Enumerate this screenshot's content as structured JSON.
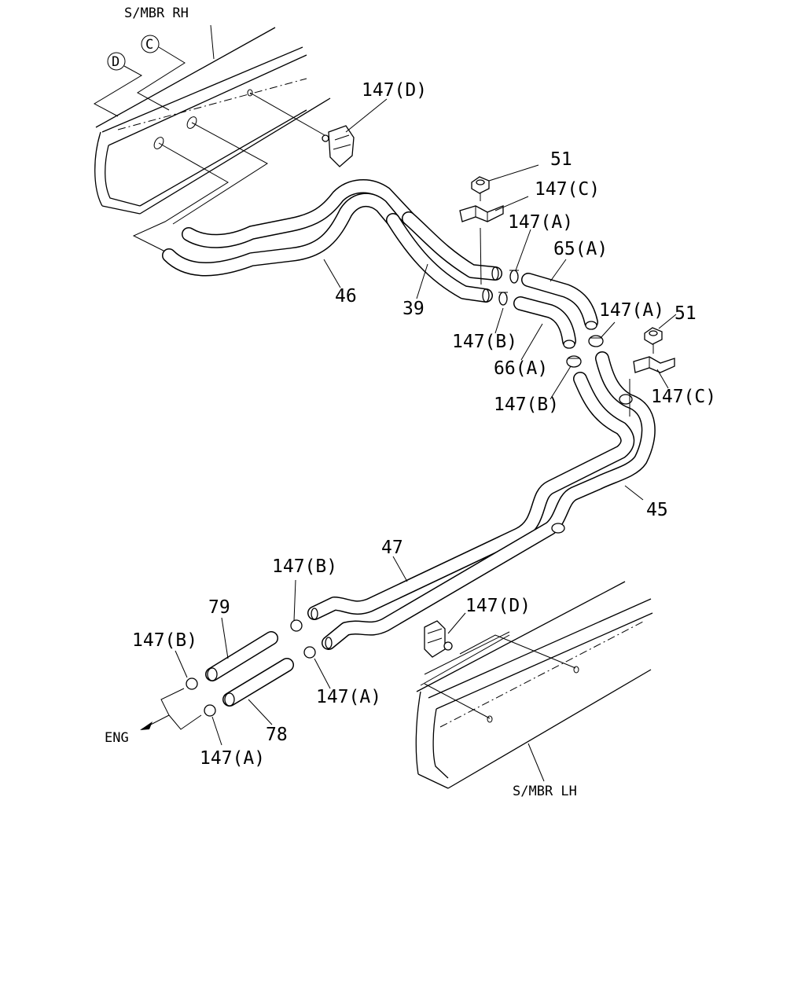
{
  "diagram": {
    "labels": {
      "smbr_rh": "S/MBR RH",
      "smbr_lh": "S/MBR LH",
      "ref_c": "C",
      "ref_d": "D",
      "eng": "ENG",
      "p147d_top": "147(D)",
      "p51_top": "51",
      "p147c_top": "147(C)",
      "p147a_top": "147(A)",
      "p65a": "65(A)",
      "p46": "46",
      "p39": "39",
      "p147b_mid": "147(B)",
      "p66a": "66(A)",
      "p147a_right": "147(A)",
      "p51_right": "51",
      "p147b_right": "147(B)",
      "p147c_right": "147(C)",
      "p45": "45",
      "p47": "47",
      "p147b_low": "147(B)",
      "p147d_low": "147(D)",
      "p79": "79",
      "p147b_left": "147(B)",
      "p147a_low": "147(A)",
      "p78": "78",
      "p147a_bottom": "147(A)"
    }
  }
}
